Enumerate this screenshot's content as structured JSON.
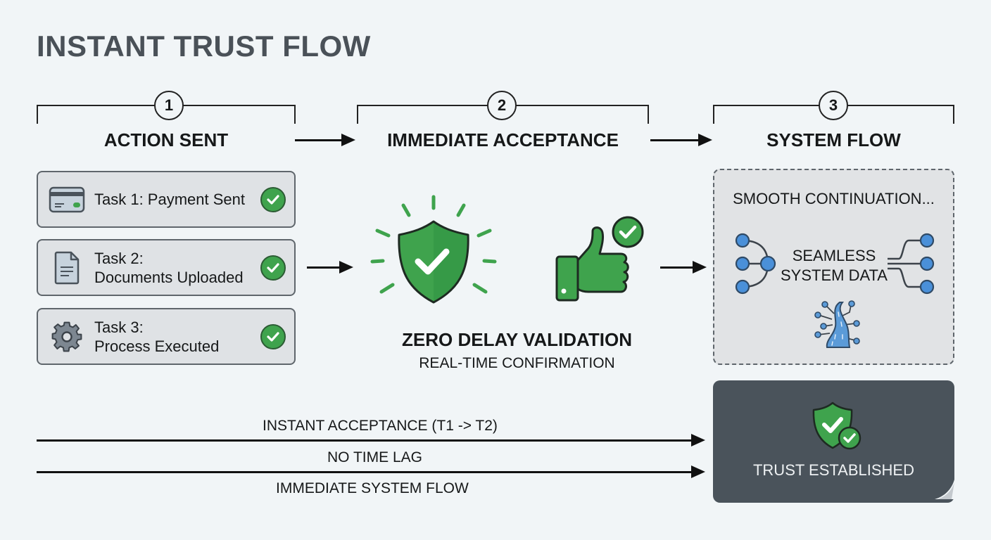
{
  "title": "INSTANT TRUST FLOW",
  "steps": [
    {
      "number": "1",
      "title": "ACTION SENT"
    },
    {
      "number": "2",
      "title": "IMMEDIATE ACCEPTANCE"
    },
    {
      "number": "3",
      "title": "SYSTEM FLOW"
    }
  ],
  "tasks": [
    {
      "icon": "credit-card-icon",
      "line1": "Task 1: Payment Sent",
      "line2": "",
      "status": "complete"
    },
    {
      "icon": "document-icon",
      "line1": "Task 2:",
      "line2": "Documents Uploaded",
      "status": "complete"
    },
    {
      "icon": "gear-icon",
      "line1": "Task 3:",
      "line2": "Process Executed",
      "status": "complete"
    }
  ],
  "validation": {
    "icons": [
      "shield-check-icon",
      "thumbs-up-icon"
    ],
    "title": "ZERO DELAY VALIDATION",
    "subtitle": "REAL-TIME CONFIRMATION"
  },
  "system": {
    "heading": "SMOOTH CONTINUATION...",
    "label_line1": "SEAMLESS",
    "label_line2": "SYSTEM DATA",
    "icons": [
      "network-merge-icon",
      "network-split-icon",
      "data-stream-icon"
    ]
  },
  "trust": {
    "label": "TRUST ESTABLISHED",
    "icon": "shield-check-icon"
  },
  "timeline": {
    "labels": [
      "INSTANT ACCEPTANCE (T1 -> T2)",
      "NO TIME LAG",
      "IMMEDIATE SYSTEM FLOW"
    ]
  },
  "colors": {
    "accent_green": "#3fa34d",
    "node_blue": "#4a90d9",
    "dark_panel": "#4a535b",
    "background": "#f1f5f7"
  }
}
